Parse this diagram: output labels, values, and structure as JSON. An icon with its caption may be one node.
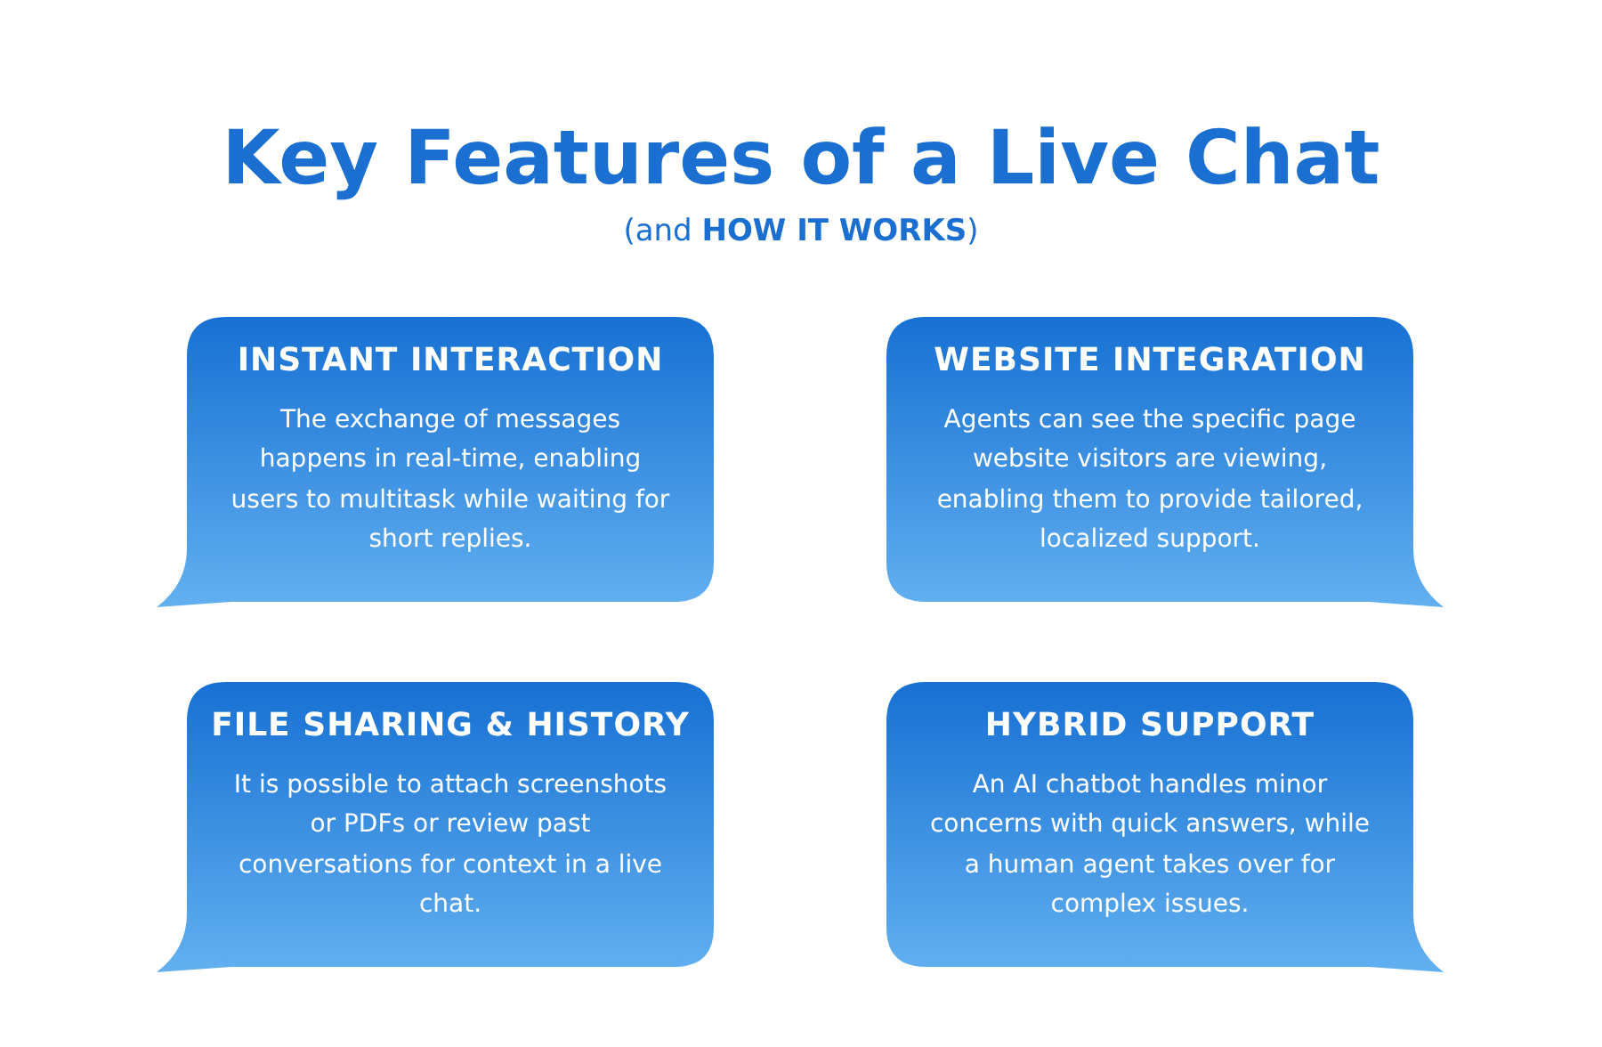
{
  "diagram": {
    "title": "Key Features of a Live Chat",
    "nodes": [
      {
        "text": [
          "INSTANT INTERACTION",
          "The exchange of messages happens in real-time, enabling users to multitask while waiting for short replies."
        ]
      },
      {
        "text": [
          "WEBSITE INTEGRATION",
          "Agents can see the specific page website visitors are viewing, enabling them to provide tailored, localized support."
        ]
      },
      {
        "text": [
          "FILE SHARING & HISTORY",
          "It is possible to attach screenshots or PDFs or review past conversations for context in a live chat."
        ]
      },
      {
        "text": [
          "HYBRID SUPPORT",
          "An AI chatbot handles minor concerns with quick answers, while a human agent takes over for complex issues."
        ]
      }
    ],
    "labels": [
      "(and **HOW IT WORKS**)"
    ]
  }
}
